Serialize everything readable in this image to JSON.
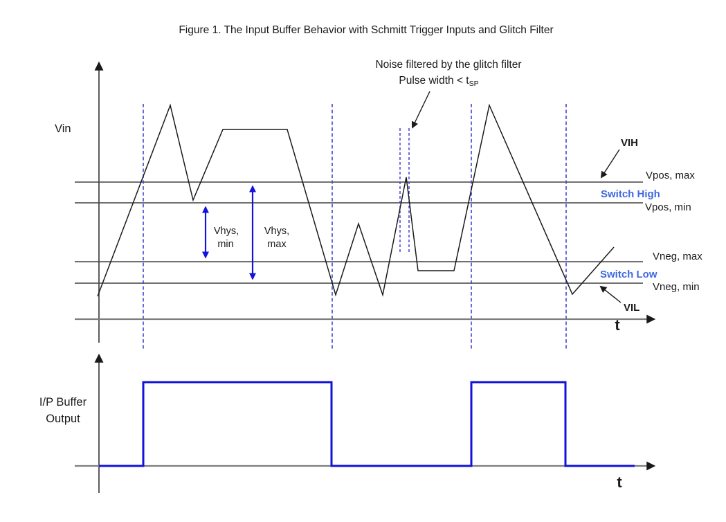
{
  "title": "Figure 1. The Input Buffer Behavior with Schmitt Trigger Inputs and Glitch Filter",
  "colors": {
    "signal-blue": "#1212dd",
    "dash-blue": "#4343d6",
    "switch-blue": "#4169e1",
    "ink": "#1a1a1a",
    "axis-gray": "#7d7d7d",
    "axis-dark": "#4a4a4a"
  },
  "top_chart": {
    "y_axis_label": "Vin",
    "x_axis_label": "t",
    "annotation_line1": "Noise filtered by the glitch filter",
    "annotation_line2": "Pulse width < t",
    "annotation_line2_sub": "SP",
    "labels": {
      "vih": "VIH",
      "vil": "VIL",
      "switch_high": "Switch High",
      "switch_low": "Switch Low",
      "vhys_min_l1": "Vhys,",
      "vhys_min_l2": "min",
      "vhys_max_l1": "Vhys,",
      "vhys_max_l2": "max"
    }
  },
  "bottom_chart": {
    "y_axis_label_line1": "I/P Buffer",
    "y_axis_label_line2": "Output",
    "x_axis_label": "t"
  },
  "chart_data": [
    {
      "type": "line",
      "title": "Vin input waveform with Schmitt trigger thresholds and glitch",
      "xlabel": "t",
      "ylabel": "Vin",
      "grid": false,
      "series": [
        {
          "name": "Vin",
          "points": [
            [
              141,
              428
            ],
            [
              246,
              152
            ],
            [
              279,
              289
            ],
            [
              322,
              187
            ],
            [
              415,
              187
            ],
            [
              485,
              426
            ],
            [
              518,
              323
            ],
            [
              553,
              426
            ],
            [
              587,
              256
            ],
            [
              604,
              391
            ],
            [
              656,
              391
            ],
            [
              707,
              152
            ],
            [
              827,
              425
            ],
            [
              887,
              357
            ]
          ]
        }
      ],
      "thresholds": [
        {
          "key": "vpos-max",
          "label": "Vpos, max",
          "y": 263
        },
        {
          "key": "vpos-min",
          "label": "Vpos, min",
          "y": 293
        },
        {
          "key": "vneg-max",
          "label": "Vneg, max",
          "y": 378
        },
        {
          "key": "vneg-min",
          "label": "Vneg, min",
          "y": 409
        }
      ],
      "events": {
        "switch_marker_x": [
          207,
          480,
          681,
          818
        ],
        "glitch_marker_x": [
          578,
          591
        ]
      }
    },
    {
      "type": "line",
      "title": "I/P Buffer Output",
      "xlabel": "t",
      "ylabel": "I/P Buffer Output",
      "grid": false,
      "series": [
        {
          "name": "Output",
          "points": [
            [
              143,
              673
            ],
            [
              207,
              673
            ],
            [
              207,
              552
            ],
            [
              479,
              552
            ],
            [
              479,
              673
            ],
            [
              681,
              673
            ],
            [
              681,
              552
            ],
            [
              817,
              552
            ],
            [
              817,
              673
            ],
            [
              917,
              673
            ]
          ]
        }
      ]
    }
  ],
  "geometry": {
    "threshold_x": [
      108,
      929
    ],
    "switch_marker_y": [
      150,
      505
    ],
    "glitch_marker_y": [
      185,
      365
    ]
  }
}
